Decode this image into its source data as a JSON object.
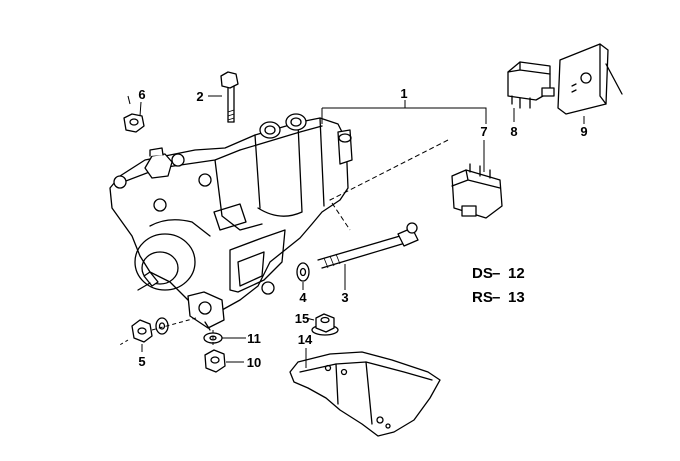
{
  "callouts": {
    "c1": "1",
    "c2": "2",
    "c3": "3",
    "c4": "4",
    "c5": "5",
    "c6": "6",
    "c7": "7",
    "c8": "8",
    "c9": "9",
    "c10": "10",
    "c11": "11",
    "c14": "14",
    "c15": "15"
  },
  "legend": {
    "ds_code": "DS",
    "ds_dash": "–",
    "ds_value": "12",
    "rs_code": "RS",
    "rs_dash": "–",
    "rs_value": "13"
  }
}
